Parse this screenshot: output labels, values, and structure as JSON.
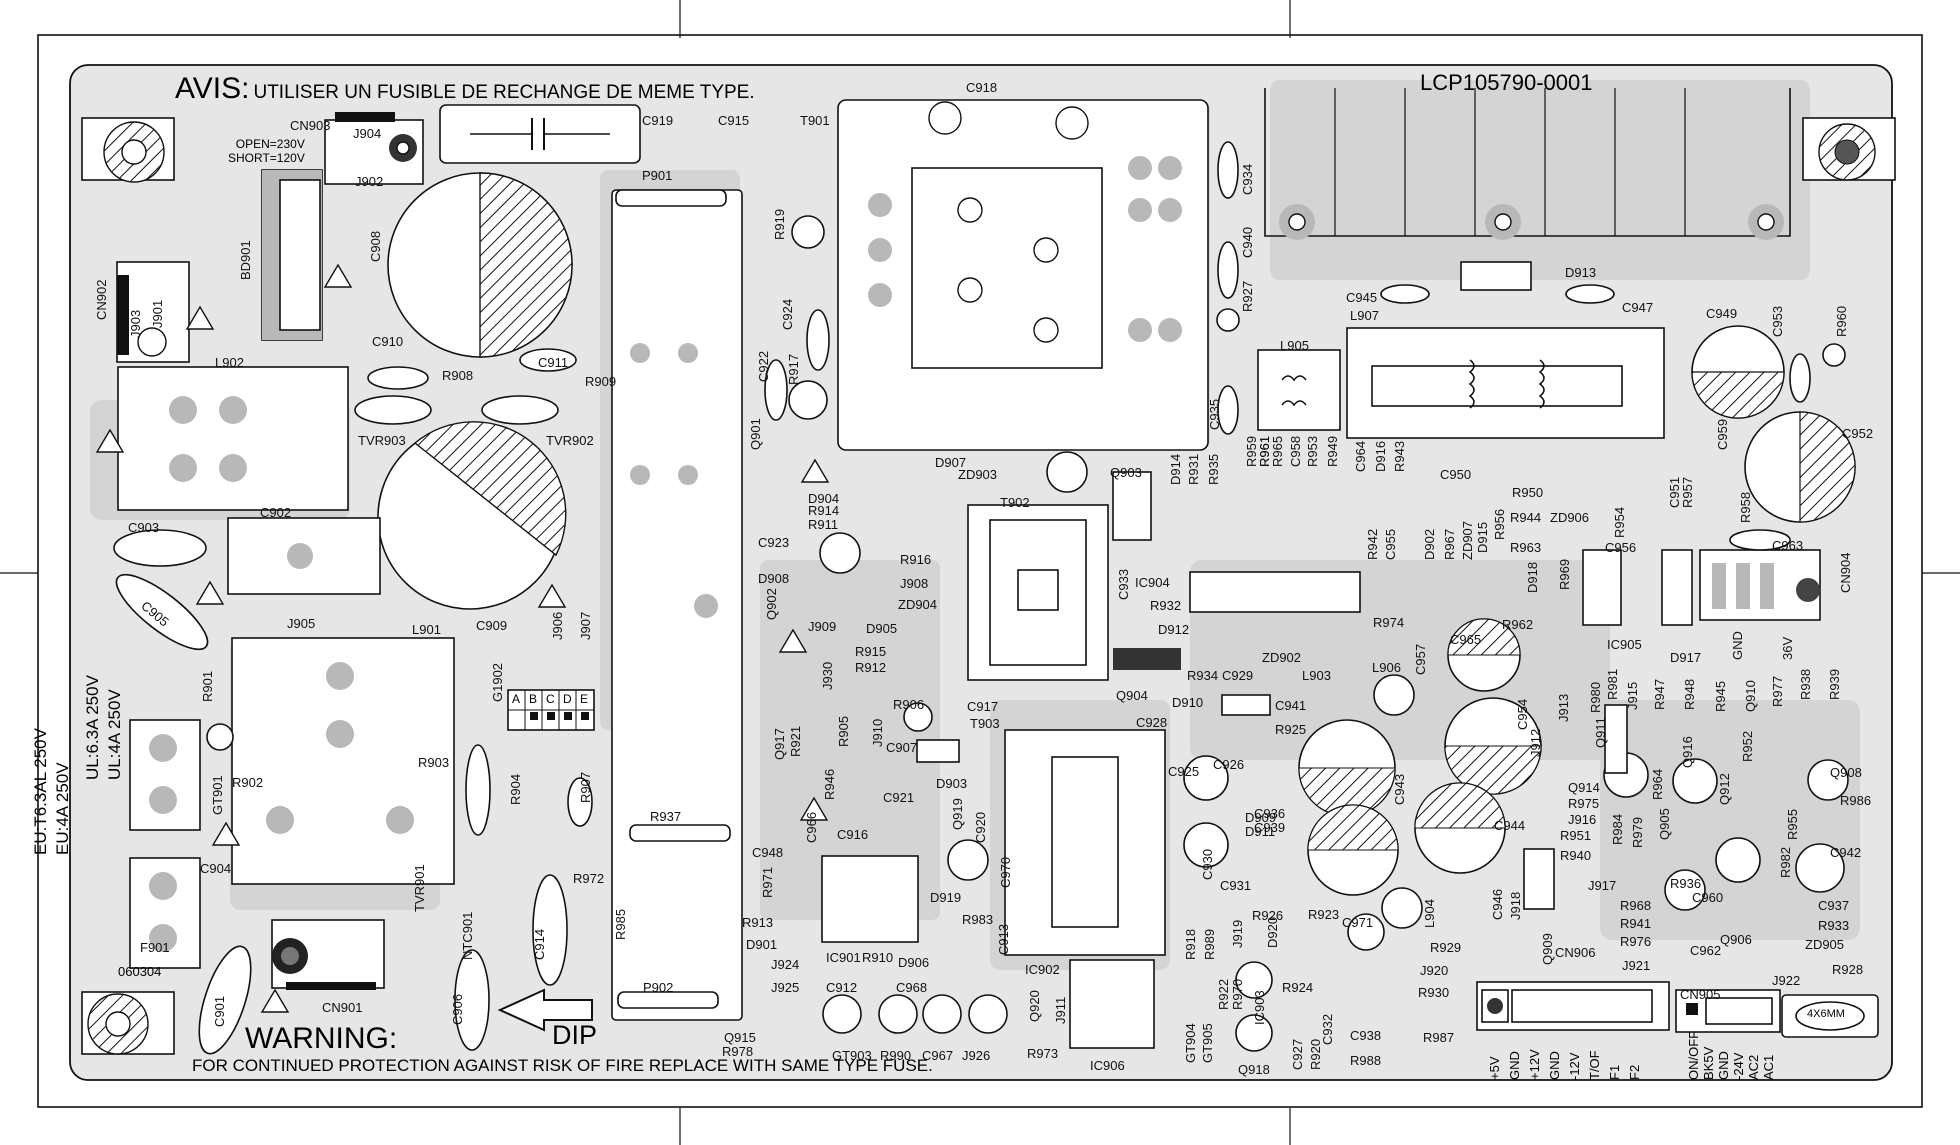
{
  "notice": {
    "avis_label": "AVIS:",
    "avis_text": "UTILISER UN FUSIBLE DE RECHANGE DE MEME TYPE.",
    "warning_label": "WARNING:",
    "warning_text": "FOR CONTINUED PROTECTION AGAINST RISK OF FIRE REPLACE WITH SAME TYPE FUSE.",
    "part_number": "LCP105790-0001",
    "date_code": "060304",
    "dip_label": "DIP"
  },
  "jumper_note": {
    "open": "OPEN=230V",
    "short": "SHORT=120V"
  },
  "fuse_ratings": {
    "f901": [
      "EU:T6.3AL 250V",
      "EU:4A 250V"
    ],
    "f902": [
      "UL:6.3A 250V",
      "UL:4A 250V"
    ]
  },
  "dip_switch_labels": [
    "A",
    "B",
    "C",
    "D",
    "E"
  ],
  "screw_label": "4X6MM",
  "component_labels": [
    "CN903",
    "J904",
    "J902",
    "BD901",
    "C908",
    "CN902",
    "J903",
    "J901",
    "C919",
    "C915",
    "T901",
    "P901",
    "C918",
    "R919",
    "C924",
    "R917",
    "C922",
    "Q901",
    "C934",
    "C940",
    "R927",
    "C945",
    "L907",
    "D913",
    "C947",
    "C949",
    "C953",
    "R960",
    "L905",
    "C935",
    "C952",
    "C959",
    "L902",
    "C910",
    "R908",
    "C911",
    "R909",
    "TVR903",
    "TVR902",
    "C902",
    "C903",
    "C905",
    "C909",
    "J905",
    "L901",
    "J906",
    "J907",
    "G1902",
    "R901",
    "R902",
    "R903",
    "R904",
    "R907",
    "GT901",
    "C904",
    "TVR901",
    "NTC901",
    "F901",
    "CN901",
    "C901",
    "C906",
    "C914",
    "R985",
    "R972",
    "R937",
    "P902",
    "Q915",
    "R978",
    "D907",
    "ZD903",
    "D904",
    "R914",
    "R911",
    "C923",
    "R916",
    "D908",
    "J908",
    "ZD904",
    "Q902",
    "J909",
    "D905",
    "R915",
    "R912",
    "J930",
    "R906",
    "C917",
    "T903",
    "Q917",
    "R921",
    "R905",
    "J910",
    "R946",
    "C907",
    "D903",
    "C921",
    "C920",
    "C966",
    "C916",
    "C948",
    "Q919",
    "C970",
    "R971",
    "R913",
    "D919",
    "R983",
    "D901",
    "IC901",
    "R910",
    "D906",
    "C913",
    "J924",
    "J925",
    "C912",
    "C968",
    "GT903",
    "R990",
    "C967",
    "J926",
    "Q920",
    "IC902",
    "J911",
    "R973",
    "IC906",
    "T902",
    "Q903",
    "D914",
    "R931",
    "R935",
    "R959",
    "R961",
    "R965",
    "C958",
    "R953",
    "R949",
    "C964",
    "D916",
    "R943",
    "C950",
    "IC904",
    "R932",
    "D912",
    "C933",
    "R942",
    "C955",
    "D902",
    "R967",
    "ZD907",
    "D915",
    "R956",
    "R950",
    "R944",
    "ZD906",
    "R963",
    "R954",
    "R957",
    "C956",
    "C951",
    "R958",
    "C963",
    "Q904",
    "R934",
    "C929",
    "ZD902",
    "L906",
    "C957",
    "R974",
    "C965",
    "R962",
    "D918",
    "D917",
    "R969",
    "IC905",
    "R961",
    "GND",
    "36V",
    "CN904",
    "D910",
    "C928",
    "L903",
    "C941",
    "R925",
    "C926",
    "C925",
    "D909",
    "C936",
    "D911",
    "C939",
    "C943",
    "C954",
    "J912",
    "J913",
    "R980",
    "Q911",
    "R981",
    "J915",
    "R947",
    "R948",
    "R945",
    "Q910",
    "R977",
    "R938",
    "R939",
    "Q908",
    "R986",
    "Q916",
    "Q912",
    "R952",
    "R955",
    "Q905",
    "R964",
    "R975",
    "J916",
    "R951",
    "R984",
    "R979",
    "C944",
    "Q914",
    "R940",
    "J917",
    "R968",
    "R941",
    "R976",
    "J921",
    "R936",
    "C960",
    "Q906",
    "C962",
    "R982",
    "C937",
    "R933",
    "ZD905",
    "C942",
    "J922",
    "R928",
    "C930",
    "C931",
    "R926",
    "R923",
    "C971",
    "L904",
    "R929",
    "J920",
    "C946",
    "J918",
    "Q909",
    "CN906",
    "R930",
    "R987",
    "J919",
    "D920",
    "R924",
    "C927",
    "R920",
    "C932",
    "C938",
    "R988",
    "Q918",
    "GT904",
    "GT905",
    "R918",
    "R989",
    "R922",
    "R970",
    "IC903",
    "CN905"
  ],
  "cn906_pins": [
    "+5V",
    "GND",
    "+12V",
    "GND",
    "-12V",
    "T/OF",
    "F1",
    "F2"
  ],
  "cn905_pins": [
    "ON/OFF",
    "BK5V",
    "GND",
    "-24V",
    "AC2",
    "AC1"
  ]
}
